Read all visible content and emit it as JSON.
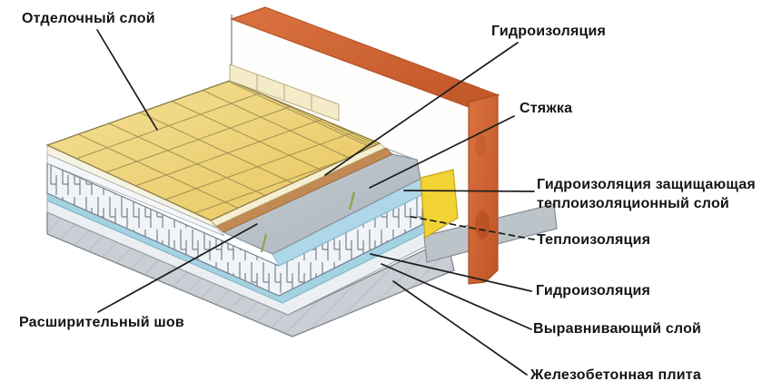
{
  "diagram": {
    "type": "construction-layer-diagram",
    "labels": {
      "finishing_layer": "Отделочный слой",
      "waterproofing_top": "Гидроизоляция",
      "screed": "Стяжка",
      "waterproofing_protecting_line1": "Гидроизоляция защищающая",
      "waterproofing_protecting_line2": "теплоизоляционный слой",
      "thermal_insulation": "Теплоизоляция",
      "waterproofing_bottom": "Гидроизоляция",
      "leveling_layer": "Выравнивающий слой",
      "concrete_slab": "Железобетонная плита",
      "expansion_joint": "Расширительный шов"
    },
    "colors": {
      "tiles_yellow": "#edd27b",
      "tile_grout": "#8a7b46",
      "adhesive_tan": "#c18a54",
      "screed_gray": "#bac2c9",
      "waterproofing_blue": "#aed7e8",
      "insulation_white": "#f0f4f7",
      "leveling_light": "#eceff2",
      "slab_gray": "#c9cfd4",
      "wall_accent_orange": "#cf6233",
      "expansion_joint_yellow": "#f2d334",
      "leader_line": "#1c1c1c"
    }
  }
}
